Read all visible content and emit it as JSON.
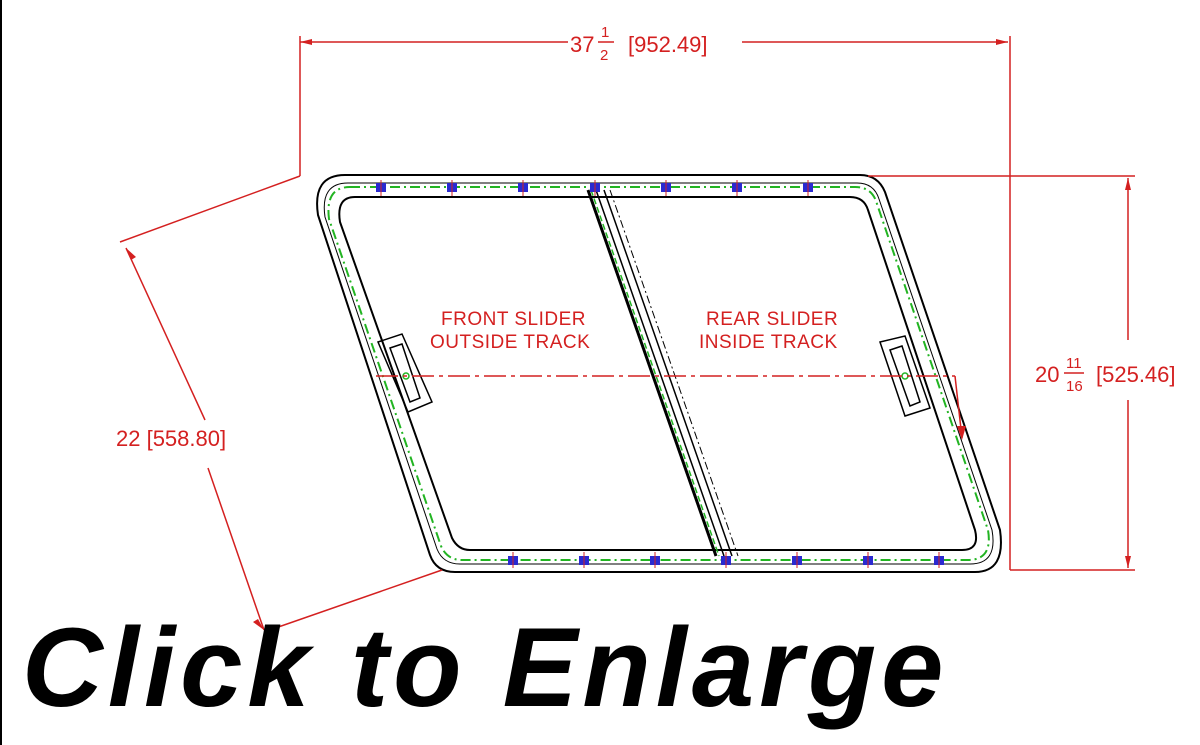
{
  "drawing": {
    "width_dimension": {
      "whole": "37",
      "frac_num": "1",
      "frac_den": "2",
      "metric": "[952.49]"
    },
    "height_dimension": {
      "whole": "20",
      "frac_num": "11",
      "frac_den": "16",
      "metric": "[525.46]"
    },
    "slant_dimension": "22 [558.80]",
    "front_slider_label_1": "FRONT SLIDER",
    "front_slider_label_2": "OUTSIDE TRACK",
    "rear_slider_label_1": "REAR SLIDER",
    "rear_slider_label_2": "INSIDE TRACK"
  },
  "cta": {
    "label": "Click to Enlarge"
  },
  "colors": {
    "dimension": "#d42020",
    "outline": "#000000",
    "track": "#22b422",
    "fastener": "#2a2ad0",
    "background": "#ffffff"
  }
}
